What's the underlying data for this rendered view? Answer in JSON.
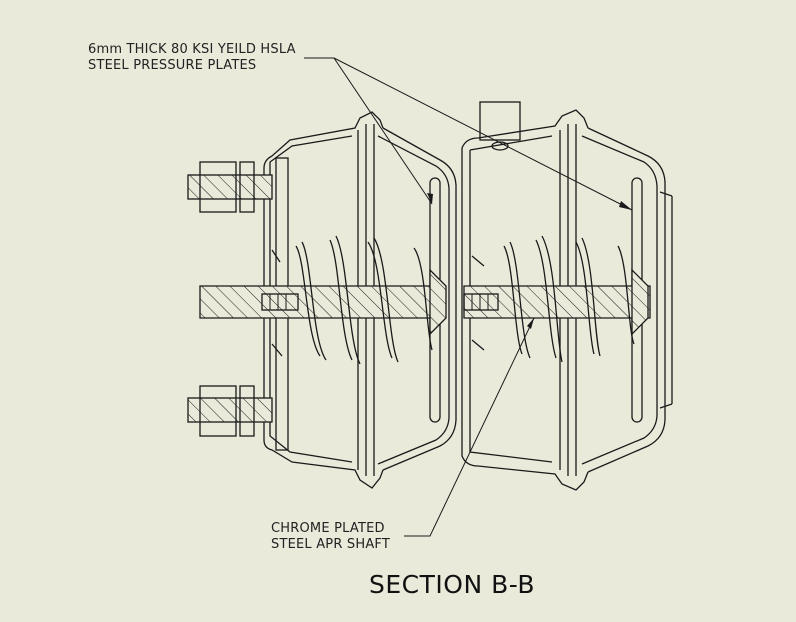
{
  "notes": {
    "plates_line1": "6mm THICK 80 KSI YEILD HSLA",
    "plates_line2": "STEEL PRESSURE PLATES",
    "shaft_line1": "CHROME PLATED",
    "shaft_line2": "STEEL APR SHAFT"
  },
  "section_title": "SECTION B-B"
}
